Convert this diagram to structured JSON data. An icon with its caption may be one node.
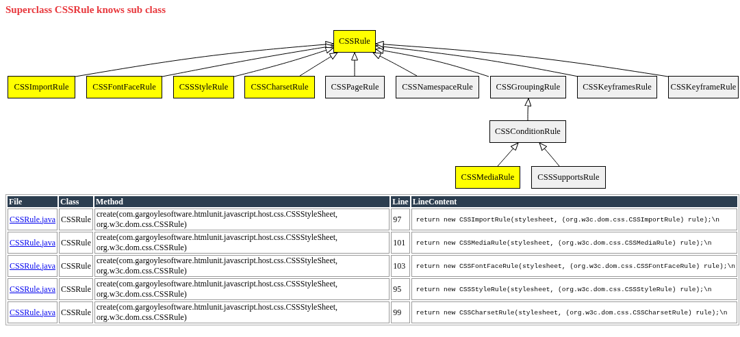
{
  "diagram": {
    "title": "Superclass CSSRule knows sub class",
    "nodes": [
      {
        "text": [
          "CSSRule"
        ]
      },
      {
        "text": [
          "CSSImportRule"
        ]
      },
      {
        "text": [
          "CSSFontFaceRule"
        ]
      },
      {
        "text": [
          "CSSStyleRule"
        ]
      },
      {
        "text": [
          "CSSCharsetRule"
        ]
      },
      {
        "text": [
          "CSSPageRule"
        ]
      },
      {
        "text": [
          "CSSNamespaceRule"
        ]
      },
      {
        "text": [
          "CSSGroupingRule"
        ]
      },
      {
        "text": [
          "CSSKeyframesRule"
        ]
      },
      {
        "text": [
          "CSSKeyframeRule"
        ]
      },
      {
        "text": [
          "CSSConditionRule"
        ]
      },
      {
        "text": [
          "CSSMediaRule"
        ]
      },
      {
        "text": [
          "CSSSupportsRule"
        ]
      }
    ],
    "edges": [
      {
        "from": 1,
        "to": 0,
        "arrow": "to"
      },
      {
        "from": 2,
        "to": 0,
        "arrow": "to"
      },
      {
        "from": 3,
        "to": 0,
        "arrow": "to"
      },
      {
        "from": 4,
        "to": 0,
        "arrow": "to"
      },
      {
        "from": 5,
        "to": 0,
        "arrow": "to"
      },
      {
        "from": 6,
        "to": 0,
        "arrow": "to"
      },
      {
        "from": 7,
        "to": 0,
        "arrow": "to"
      },
      {
        "from": 8,
        "to": 0,
        "arrow": "to"
      },
      {
        "from": 9,
        "to": 0,
        "arrow": "to"
      },
      {
        "from": 10,
        "to": 7,
        "arrow": "to"
      },
      {
        "from": 11,
        "to": 10,
        "arrow": "to"
      },
      {
        "from": 12,
        "to": 10,
        "arrow": "to"
      }
    ],
    "labels": [
      "File",
      "Class",
      "Method",
      "Line",
      "LineContent",
      "CSSRule.java",
      "CSSRule",
      "create(com.gargoylesoftware.htmlunit.javascript.host.css.CSSStyleSheet, org.w3c.dom.css.CSSRule)",
      "97",
      "return new CSSImportRule(stylesheet, (org.w3c.dom.css.CSSImportRule) rule);\\n",
      "CSSRule.java",
      "CSSRule",
      "create(com.gargoylesoftware.htmlunit.javascript.host.css.CSSStyleSheet, org.w3c.dom.css.CSSRule)",
      "101",
      "return new CSSMediaRule(stylesheet, (org.w3c.dom.css.CSSMediaRule) rule);\\n",
      "CSSRule.java",
      "CSSRule",
      "create(com.gargoylesoftware.htmlunit.javascript.host.css.CSSStyleSheet, org.w3c.dom.css.CSSRule)",
      "103",
      "return new CSSFontFaceRule(stylesheet, (org.w3c.dom.css.CSSFontFaceRule) rule);\\n",
      "CSSRule.java",
      "CSSRule",
      "create(com.gargoylesoftware.htmlunit.javascript.host.css.CSSStyleSheet, org.w3c.dom.css.CSSRule)",
      "95",
      "return new CSSStyleRule(stylesheet, (org.w3c.dom.css.CSSStyleRule) rule);\\n",
      "CSSRule.java",
      "CSSRule",
      "create(com.gargoylesoftware.htmlunit.javascript.host.css.CSSStyleSheet, org.w3c.dom.css.CSSRule)",
      "99",
      "return new CSSCharsetRule(stylesheet, (org.w3c.dom.css.CSSCharsetRule) rule);\\n"
    ]
  }
}
